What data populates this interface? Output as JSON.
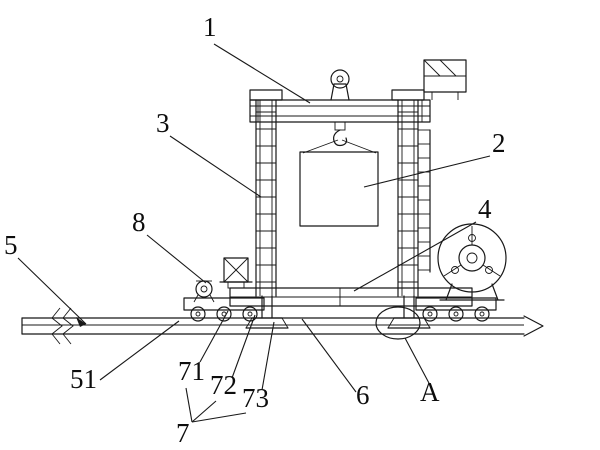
{
  "figure": {
    "background": "#ffffff",
    "line_color": "#181818",
    "labels": [
      {
        "id": "1",
        "text": "1"
      },
      {
        "id": "2",
        "text": "2"
      },
      {
        "id": "3",
        "text": "3"
      },
      {
        "id": "4",
        "text": "4"
      },
      {
        "id": "5",
        "text": "5"
      },
      {
        "id": "51",
        "text": "51"
      },
      {
        "id": "6",
        "text": "6"
      },
      {
        "id": "7",
        "text": "7"
      },
      {
        "id": "71",
        "text": "71"
      },
      {
        "id": "72",
        "text": "72"
      },
      {
        "id": "73",
        "text": "73"
      },
      {
        "id": "8",
        "text": "8"
      },
      {
        "id": "A",
        "text": "A"
      }
    ]
  }
}
